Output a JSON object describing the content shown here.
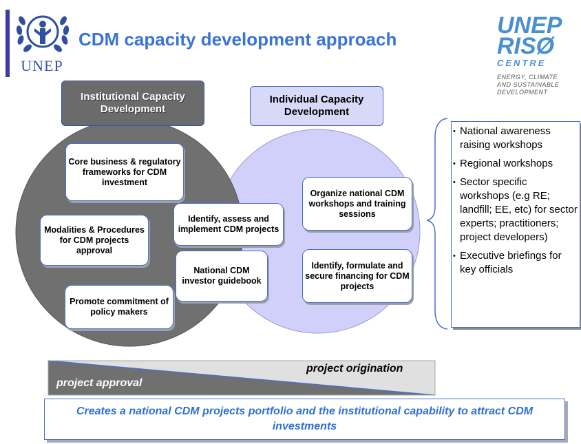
{
  "header": {
    "title": "CDM capacity development approach",
    "unep_logo_text": "UNEP",
    "riso_logo": {
      "line1": "UNEP",
      "line2": "RISØ",
      "line3": "CENTRE",
      "tagline": [
        "ENERGY, CLIMATE",
        "AND SUSTAINABLE",
        "DEVELOPMENT"
      ]
    }
  },
  "circles": {
    "institutional": {
      "header": "Institutional Capacity Development",
      "color": "#6b6b6b"
    },
    "individual": {
      "header": "Individual Capacity Development",
      "color": "#d0d0fa"
    }
  },
  "boxes": {
    "core_business": "Core business & regulatory frameworks for CDM investment",
    "modalities": "Modalities & Procedures for CDM projects approval",
    "promote": "Promote commitment of policy makers",
    "identify_assess": "Identify, assess and implement CDM projects",
    "investor_guidebook": "National CDM investor guidebook",
    "organize_workshops": "Organize national CDM workshops and training sessions",
    "financing": "Identify, formulate and secure financing for CDM projects"
  },
  "activities": [
    "National awareness raising workshops",
    "Regional workshops",
    "Sector specific workshops (e.g RE; landfill; EE, etc) for sector experts; practitioners; project developers)",
    "Executive briefings for key officials"
  ],
  "wedge": {
    "origination_label": "project origination",
    "approval_label": "project approval"
  },
  "summary": "Creates a national CDM projects portfolio and the institutional capability to attract CDM investments",
  "colors": {
    "title": "#3a74d8",
    "border": "#4a6fd0",
    "dark_wedge": "#707070",
    "light_wedge": "#e0e0e0"
  }
}
